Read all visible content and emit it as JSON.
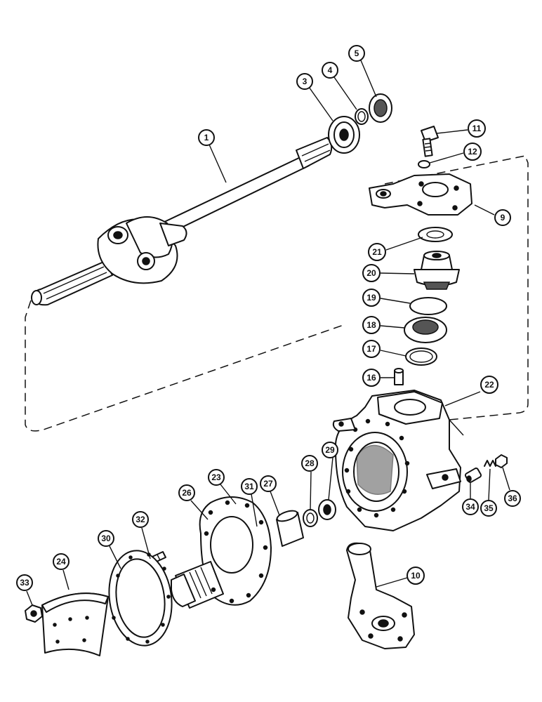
{
  "callouts": [
    {
      "id": "1"
    },
    {
      "id": "3"
    },
    {
      "id": "4"
    },
    {
      "id": "5"
    },
    {
      "id": "9"
    },
    {
      "id": "10"
    },
    {
      "id": "11"
    },
    {
      "id": "12"
    },
    {
      "id": "16"
    },
    {
      "id": "17"
    },
    {
      "id": "18"
    },
    {
      "id": "19"
    },
    {
      "id": "20"
    },
    {
      "id": "21"
    },
    {
      "id": "22"
    },
    {
      "id": "23"
    },
    {
      "id": "24"
    },
    {
      "id": "26"
    },
    {
      "id": "27"
    },
    {
      "id": "28"
    },
    {
      "id": "29"
    },
    {
      "id": "30"
    },
    {
      "id": "31"
    },
    {
      "id": "32"
    },
    {
      "id": "33"
    },
    {
      "id": "34"
    },
    {
      "id": "35"
    },
    {
      "id": "36"
    }
  ]
}
